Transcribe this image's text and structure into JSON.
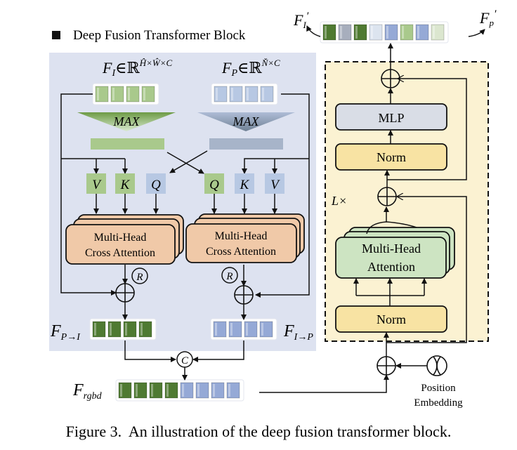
{
  "block_title": "Deep Fusion Transformer Block",
  "inputs": {
    "image_feature": {
      "symbol": "F",
      "sub": "I",
      "set": "∈ℝ",
      "dims": "Ĥ×Ŵ×C"
    },
    "point_feature": {
      "symbol": "F",
      "sub": "P",
      "set": "∈ℝ",
      "dims": "Ň×C"
    }
  },
  "pool_label_left": "MAX",
  "pool_label_right": "MAX",
  "qkv_left": [
    "V",
    "K",
    "Q"
  ],
  "qkv_right": [
    "Q",
    "K",
    "V"
  ],
  "cross_attention_left": [
    "Multi-Head",
    "Cross Attention"
  ],
  "cross_attention_right": [
    "Multi-Head",
    "Cross Attention"
  ],
  "reshape_symbol": "R",
  "concat_symbol": "C",
  "fused_left": {
    "symbol": "F",
    "sub": "P→I"
  },
  "fused_right": {
    "symbol": "F",
    "sub": "I→P"
  },
  "rgbd": {
    "symbol": "F",
    "sub": "rgbd"
  },
  "transformer": {
    "repeat": "L×",
    "mlp": "MLP",
    "norm_top": "Norm",
    "norm_bottom": "Norm",
    "attention": [
      "Multi-Head",
      "Attention"
    ]
  },
  "position_embedding": [
    "Position",
    "Embedding"
  ],
  "outputs": {
    "left": {
      "symbol": "F",
      "sub": "I",
      "prime": "′"
    },
    "right": {
      "symbol": "F",
      "sub": "p",
      "prime": "′"
    }
  },
  "caption": "Figure 3.  An illustration of the deep fusion transformer block.",
  "colors": {
    "panel_left": "#dde2f0",
    "panel_right": "#fbf2d2",
    "green_light": "#a9c98c",
    "green_dark": "#4f7a32",
    "blue_light": "#b7c8e3",
    "blue_mid": "#95a9d6",
    "gray_token": "#a7aebd",
    "pale_token": "#dce4ef",
    "pale_green_token": "#dbe6cf",
    "attention_orange": "#f0c9a8",
    "attention_green": "#cde4c2",
    "norm_yellow": "#f8e3a3",
    "mlp_gray": "#d9dde6"
  }
}
